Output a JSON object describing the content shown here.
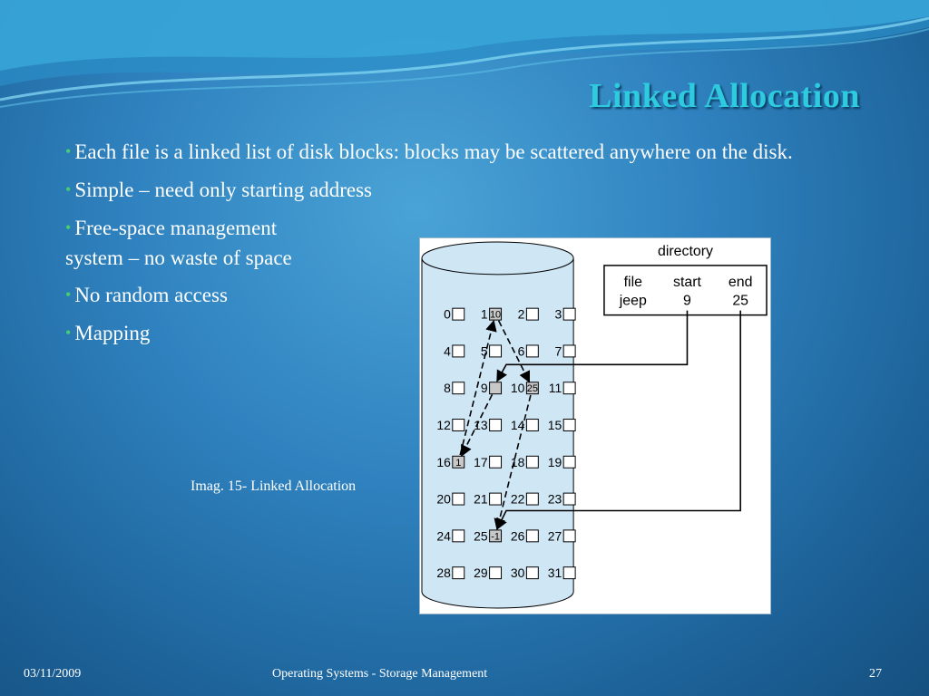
{
  "slide": {
    "title": "Linked Allocation",
    "bullets": [
      {
        "bullet": true,
        "text": "Each file is a linked list of disk blocks: blocks may be scattered anywhere on the disk."
      },
      {
        "bullet": true,
        "text": "Simple – need only starting address"
      },
      {
        "bullet": true,
        "text": "Free-space management"
      },
      {
        "bullet": false,
        "text": "system – no waste of space"
      },
      {
        "bullet": true,
        "text": "No random access"
      },
      {
        "bullet": true,
        "text": "Mapping"
      }
    ],
    "caption": "Imag. 15- Linked Allocation",
    "footer": {
      "date": "03/11/2009",
      "title": "Operating Systems - Storage Management",
      "page": "27"
    }
  },
  "figure": {
    "directory": {
      "label": "directory",
      "headers": [
        "file",
        "start",
        "end"
      ],
      "row": [
        "jeep",
        "9",
        "25"
      ]
    },
    "blocks": [
      0,
      1,
      2,
      3,
      4,
      5,
      6,
      7,
      8,
      9,
      10,
      11,
      12,
      13,
      14,
      15,
      16,
      17,
      18,
      19,
      20,
      21,
      22,
      23,
      24,
      25,
      26,
      27,
      28,
      29,
      30,
      31
    ],
    "chain": [
      {
        "block": 9,
        "pointer": "16"
      },
      {
        "block": 16,
        "pointer": "1"
      },
      {
        "block": 1,
        "pointer": "10"
      },
      {
        "block": 10,
        "pointer": "25"
      },
      {
        "block": 25,
        "pointer": "-1"
      }
    ],
    "colors": {
      "used_block": "#c8c8c8",
      "free_block": "#ffffff",
      "disk_fill": "#cfe6f5"
    }
  }
}
